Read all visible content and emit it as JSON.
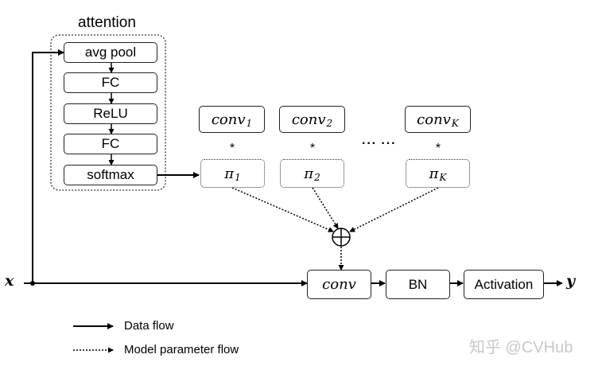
{
  "attention": {
    "title": "attention",
    "layers": [
      "avg pool",
      "FC",
      "ReLU",
      "FC",
      "softmax"
    ]
  },
  "kernels": {
    "conv_label": "conv",
    "pi_label": "π",
    "subscripts": [
      "1",
      "2",
      "K"
    ],
    "star": "*",
    "ellipsis": "··· ···"
  },
  "pipeline": {
    "input": "x",
    "conv": "conv",
    "bn": "BN",
    "activation": "Activation",
    "output": "y",
    "plus": "⊕"
  },
  "legend": {
    "data_flow": "Data flow",
    "param_flow": "Model parameter flow"
  },
  "watermark": "知乎 @CVHub"
}
